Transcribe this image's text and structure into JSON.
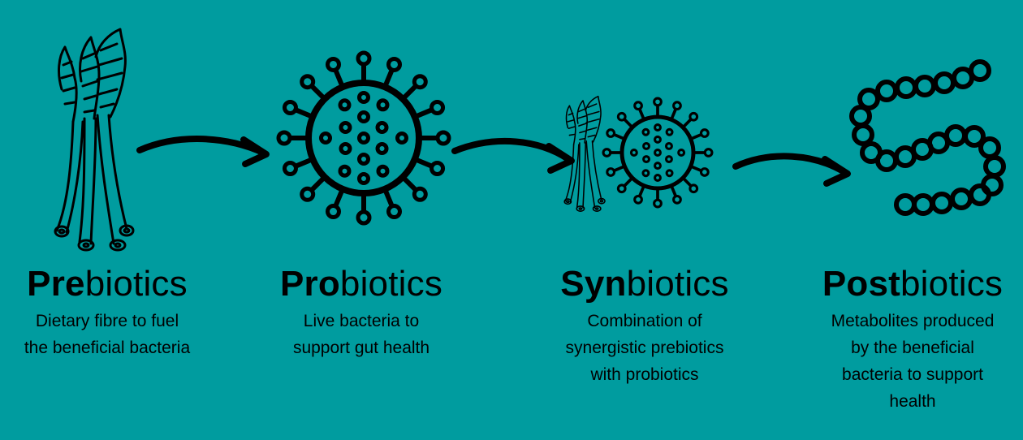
{
  "stages": [
    {
      "id": "prebiotics",
      "title_bold": "Pre",
      "title_rest": "biotics",
      "description": [
        "Dietary fibre to fuel",
        "the beneficial bacteria"
      ],
      "icon": "asparagus-icon"
    },
    {
      "id": "probiotics",
      "title_bold": "Pro",
      "title_rest": "biotics",
      "description": [
        "Live bacteria to",
        "support gut health"
      ],
      "icon": "bacterium-icon"
    },
    {
      "id": "synbiotics",
      "title_bold": "Syn",
      "title_rest": "biotics",
      "description": [
        "Combination of",
        "synergistic prebiotics",
        "with probiotics"
      ],
      "icon": "asparagus-and-bacterium-icon"
    },
    {
      "id": "postbiotics",
      "title_bold": "Post",
      "title_rest": "biotics",
      "description": [
        "Metabolites produced",
        "by the beneficial",
        "bacteria to support",
        "health"
      ],
      "icon": "metabolite-chain-icon"
    }
  ],
  "colors": {
    "background": "#009c9f",
    "ink": "#000000"
  }
}
